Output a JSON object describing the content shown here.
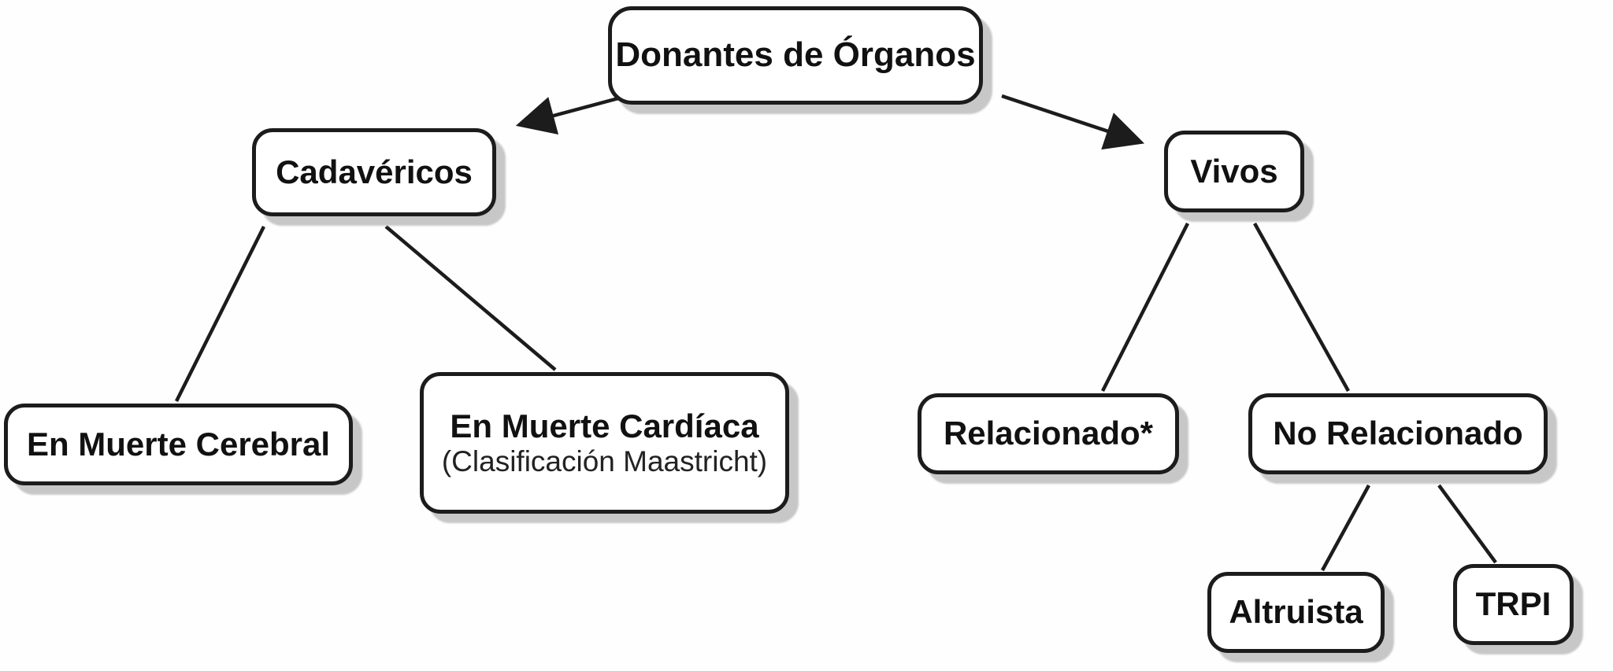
{
  "diagram": {
    "type": "tree",
    "background": "#fefefe",
    "node_style": {
      "fill": "#ffffff",
      "border_color": "#1c1c1c",
      "shadow_color": "#c7c7c7",
      "text_color": "#111111"
    },
    "nodes": {
      "root": {
        "label": "Donantes de Órganos"
      },
      "cadavericos": {
        "label": "Cadavéricos"
      },
      "vivos": {
        "label": "Vivos"
      },
      "muerte_cerebral": {
        "label": "En Muerte Cerebral"
      },
      "muerte_cardiaca": {
        "label": "En Muerte Cardíaca",
        "sublabel": "(Clasificación Maastricht)"
      },
      "relacionado": {
        "label": "Relacionado*"
      },
      "no_relacionado": {
        "label": "No Relacionado"
      },
      "altruista": {
        "label": "Altruista"
      },
      "trpi": {
        "label": "TRPI"
      }
    },
    "edges": [
      {
        "from": "root",
        "to": "cadavericos",
        "connector": "arrow"
      },
      {
        "from": "root",
        "to": "vivos",
        "connector": "arrow"
      },
      {
        "from": "cadavericos",
        "to": "muerte_cerebral",
        "connector": "line"
      },
      {
        "from": "cadavericos",
        "to": "muerte_cardiaca",
        "connector": "line"
      },
      {
        "from": "vivos",
        "to": "relacionado",
        "connector": "line"
      },
      {
        "from": "vivos",
        "to": "no_relacionado",
        "connector": "line"
      },
      {
        "from": "no_relacionado",
        "to": "altruista",
        "connector": "line"
      },
      {
        "from": "no_relacionado",
        "to": "trpi",
        "connector": "line"
      }
    ]
  }
}
